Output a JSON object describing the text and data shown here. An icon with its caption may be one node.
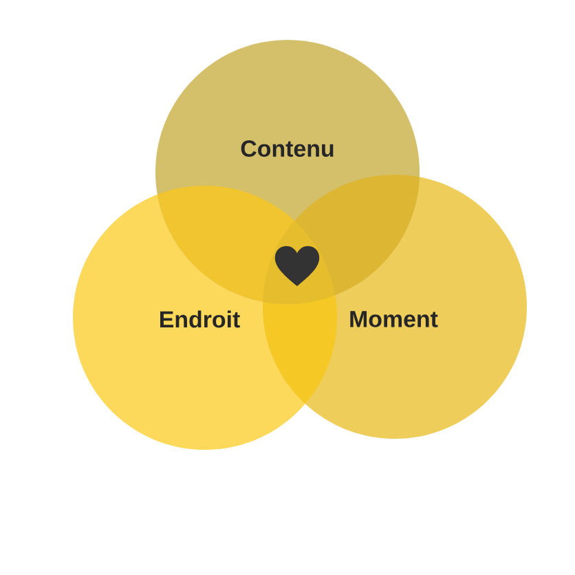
{
  "diagram": {
    "nodes": [
      {
        "text": [
          "Contenu"
        ]
      },
      {
        "text": [
          "Endroit"
        ]
      },
      {
        "text": [
          "Moment"
        ]
      }
    ]
  }
}
